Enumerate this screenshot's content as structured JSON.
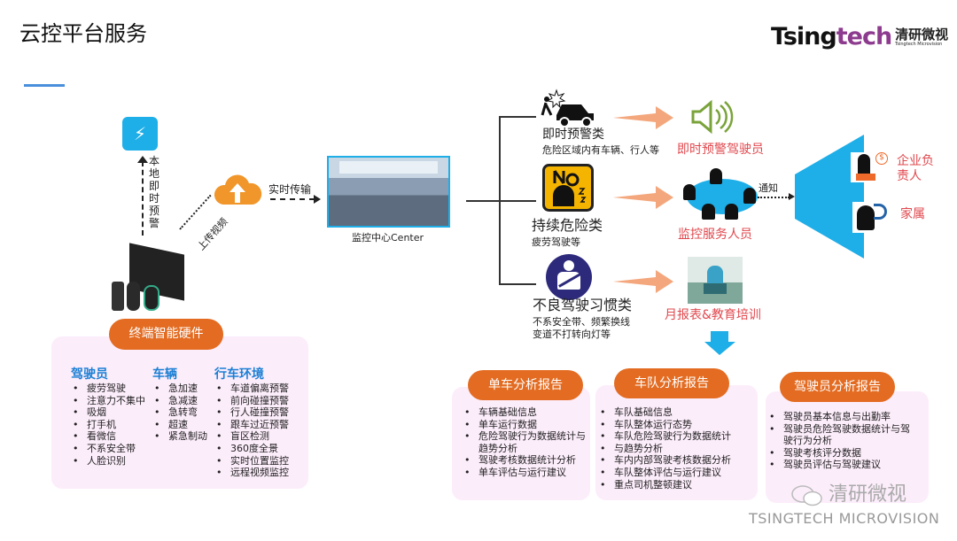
{
  "title": "云控平台服务",
  "logo": {
    "brand": "Tsingtech",
    "cn": "清研微视",
    "sub": "Tsingtech Microvision"
  },
  "left": {
    "local_alert": "本地即时预警",
    "upload": "上传视频",
    "realtime": "实时传输",
    "center_label": "监控中心Center"
  },
  "categories": [
    {
      "title": "即时预警类",
      "desc": [
        "危险区域内有车辆、行人等"
      ],
      "target": "即时预警驾驶员",
      "icon": "car-crash-icon"
    },
    {
      "title": "持续危险类",
      "desc": [
        "疲劳驾驶等"
      ],
      "target": "监控服务人员",
      "icon": "no-sleep-icon"
    },
    {
      "title": "不良驾驶习惯类",
      "desc": [
        "不系安全带、频繁换线",
        "变道不打转向灯等"
      ],
      "target": "月报表&教育培训",
      "icon": "seatbelt-icon"
    }
  ],
  "notify": "通知",
  "recipients": [
    "企业负责人",
    "家属"
  ],
  "hardware": {
    "label": "终端智能硬件",
    "columns": [
      {
        "head": "驾驶员",
        "items": [
          "疲劳驾驶",
          "注意力不集中",
          "吸烟",
          "打手机",
          "看微信",
          "不系安全带",
          "人脸识别"
        ]
      },
      {
        "head": "车辆",
        "items": [
          "急加速",
          "急减速",
          "急转弯",
          "超速",
          "紧急制动"
        ]
      },
      {
        "head": "行车环境",
        "items": [
          "车道偏离预警",
          "前向碰撞预警",
          "行人碰撞预警",
          "跟车过近预警",
          "盲区检测",
          "360度全景",
          "实时位置监控",
          "远程视频监控"
        ]
      }
    ]
  },
  "reports": [
    {
      "label": "单车分析报告",
      "items": [
        "车辆基础信息",
        "单车运行数据",
        "危险驾驶行为数据统计与趋势分析",
        "驾驶考核数据统计分析",
        "单车评估与运行建议"
      ]
    },
    {
      "label": "车队分析报告",
      "items": [
        "车队基础信息",
        "车队整体运行态势",
        "车队危险驾驶行为数据统计",
        "与趋势分析",
        "车内内部驾驶考核数据分析",
        "车队整体评估与运行建议",
        "重点司机整顿建议"
      ]
    },
    {
      "label": "驾驶员分析报告",
      "items": [
        "驾驶员基本信息与出勤率",
        "驾驶员危险驾驶数据统计与驾驶行为分析",
        "驾驶考核评分数据",
        "驾驶员评估与驾驶建议"
      ]
    }
  ],
  "watermark": {
    "cn": "清研微视",
    "en": "TSINGTECH MICROVISION"
  },
  "colors": {
    "orange": "#e36c22",
    "blue": "#1eaee8",
    "red": "#e0484e",
    "pink": "#fcedfb",
    "heading": "#1a7fd4"
  }
}
